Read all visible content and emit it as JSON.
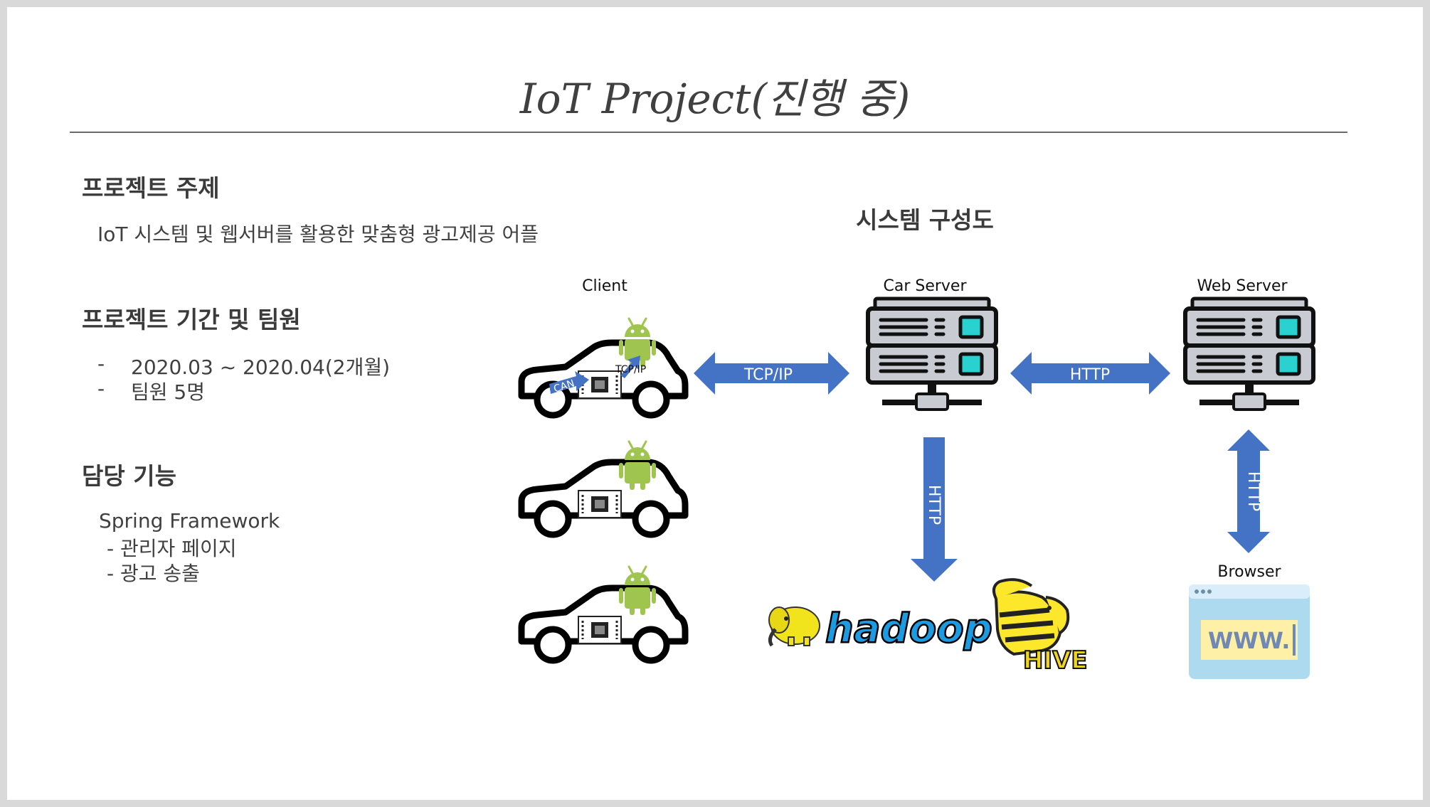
{
  "title": "IoT Project(진행 중)",
  "sections": {
    "topic": {
      "heading": "프로젝트 주제",
      "body": "IoT 시스템 및 웹서버를 활용한 맞춤형 광고제공 어플"
    },
    "period": {
      "heading": "프로젝트 기간 및 팀원",
      "items": [
        "2020.03 ~ 2020.04(2개월)",
        "팀원 5명"
      ],
      "bullet": "-"
    },
    "role": {
      "heading": "담당 기능",
      "framework": "Spring Framework",
      "items": [
        "- 관리자 페이지",
        "- 광고 송출"
      ]
    }
  },
  "diagram": {
    "title": "시스템 구성도",
    "nodes": {
      "client": "Client",
      "car_server": "Car Server",
      "web_server": "Web Server",
      "browser": "Browser"
    },
    "arrows": {
      "client_car": "TCP/IP",
      "car_web": "HTTP",
      "car_hadoop": "HTTP",
      "web_browser": "HTTP"
    },
    "car_labels": {
      "can": "CAN",
      "tcpip": "TCP/IP"
    },
    "logos": {
      "hadoop": "hadoop",
      "hive": "HIVE",
      "browser_url": "WWW."
    },
    "colors": {
      "arrow": "#4472c4",
      "server_body": "#c8ccd2",
      "server_accent": "#2ad1d1",
      "android": "#9fc54e",
      "hadoop_blue": "#1c9be0",
      "elephant": "#f1e31c"
    }
  }
}
